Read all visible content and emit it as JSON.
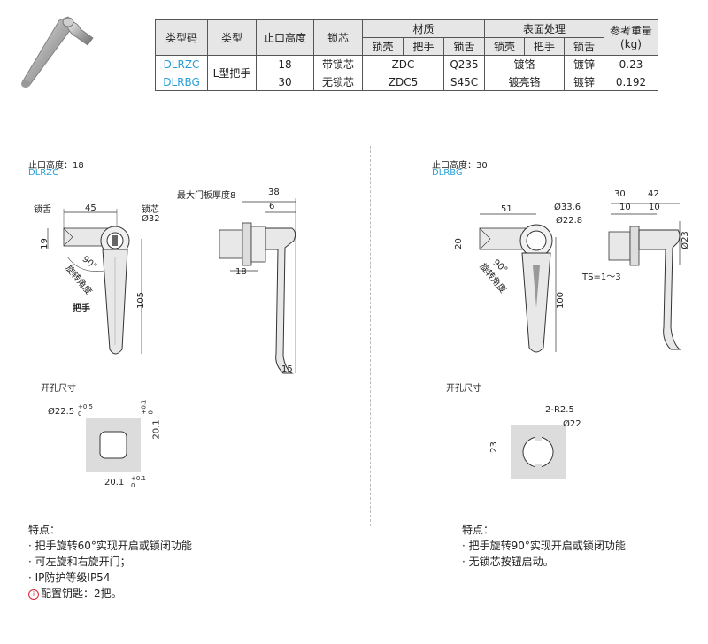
{
  "table": {
    "headers": {
      "type_code": "类型码",
      "type": "类型",
      "stop_height": "止口高度",
      "lock_core": "锁芯",
      "material": "材质",
      "surface": "表面处理",
      "weight": "参考重量\n(kg)",
      "sub_shell": "锁壳",
      "sub_handle": "把手",
      "sub_tongue": "锁舌"
    },
    "rows": [
      {
        "code": "DLRZC",
        "type": "L型把手",
        "height": "18",
        "core": "带锁芯",
        "mat_shell_handle": "ZDC",
        "mat_tongue": "Q235",
        "surf_shell_handle": "镀铬",
        "surf_tongue": "镀锌",
        "weight": "0.23"
      },
      {
        "code": "DLRBG",
        "type": "L型把手",
        "height": "30",
        "core": "无锁芯",
        "mat_shell_handle": "ZDC5",
        "mat_tongue": "S45C",
        "surf_shell_handle": "镀亮铬",
        "surf_tongue": "镀锌",
        "weight": "0.192"
      }
    ]
  },
  "left": {
    "title": "止口高度：18",
    "code": "DLRZC",
    "dims": {
      "lock_tongue": "锁舌",
      "d45": "45",
      "lock_core": "锁芯",
      "dia32": "Ø32",
      "d19": "19",
      "rot90": "90°",
      "rot_angle": "旋转角度",
      "handle": "把手",
      "d105": "105",
      "max_panel": "最大门板厚度8",
      "d38": "38",
      "d6": "6",
      "d18": "18",
      "d15": "15"
    },
    "cutout_title": "开孔尺寸",
    "cutout": {
      "dia": "Ø22.5",
      "dia_tol": "+0.5\n0",
      "side_v": "20.1",
      "side_v_tol": "+0.1\n0",
      "side_h": "20.1",
      "side_h_tol": "+0.1\n0"
    },
    "features_title": "特点：",
    "features": [
      "· 把手旋转60°实现开启或锁闭功能",
      "· 可左旋和右旋开门；",
      "· IP防护等级IP54",
      "配置钥匙：2把。"
    ]
  },
  "right": {
    "title": "止口高度：30",
    "code": "DLRBG",
    "dims": {
      "d51": "51",
      "dia336": "Ø33.6",
      "dia228": "Ø22.8",
      "d20": "20",
      "rot90": "90°",
      "rot_angle": "旋转角度",
      "d100": "100",
      "d30": "30",
      "d42": "42",
      "d10a": "10",
      "d10b": "10",
      "dia23": "Ø23",
      "ts": "TS=1～3"
    },
    "cutout_title": "开孔尺寸",
    "cutout": {
      "r": "2-R2.5",
      "dia": "Ø22",
      "side": "23"
    },
    "features_title": "特点：",
    "features": [
      "· 把手旋转90°实现开启或锁闭功能",
      "· 无锁芯按钮启动。"
    ]
  }
}
